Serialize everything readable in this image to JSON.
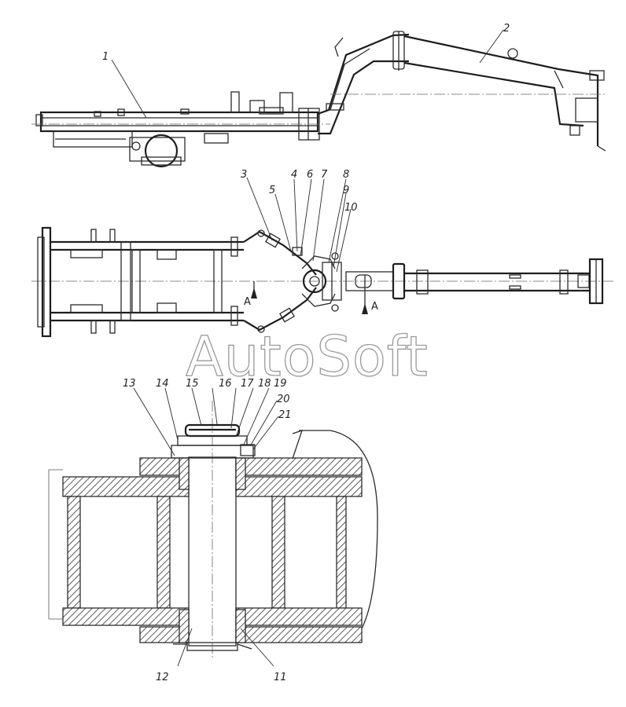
{
  "watermark": "AutoSoft",
  "section_mark": "A",
  "callouts": {
    "c1": "1",
    "c2": "2",
    "c3": "3",
    "c4": "4",
    "c5": "5",
    "c6": "6",
    "c7": "7",
    "c8": "8",
    "c9": "9",
    "c10": "10",
    "c11": "11",
    "c12": "12",
    "c13": "13",
    "c14": "14",
    "c15": "15",
    "c16": "16",
    "c17": "17",
    "c18": "18",
    "c19": "19",
    "c20": "20",
    "c21": "21"
  }
}
